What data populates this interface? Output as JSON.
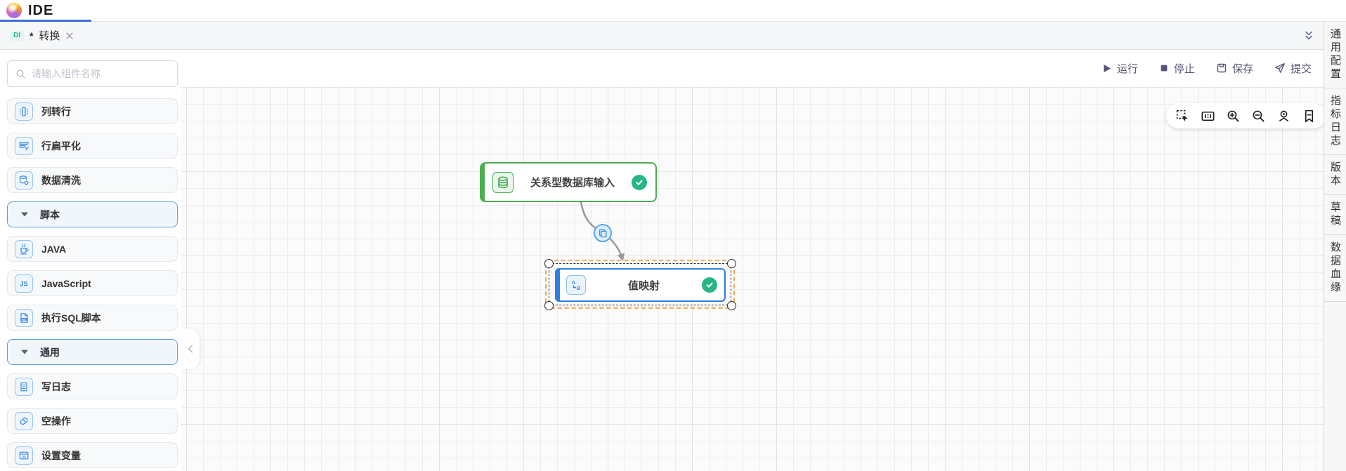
{
  "header": {
    "title": "IDE"
  },
  "tab_bar": {
    "tab": {
      "badge": "DI",
      "dirty_marker": "*",
      "label": "转换"
    },
    "collapse_icon": "double-chevron-down-icon"
  },
  "actions": {
    "buttons": [
      {
        "icon": "play-icon",
        "label": "运行"
      },
      {
        "icon": "stop-icon",
        "label": "停止"
      },
      {
        "icon": "save-icon",
        "label": "保存"
      },
      {
        "icon": "submit-icon",
        "label": "提交"
      }
    ]
  },
  "sidebar": {
    "search_placeholder": "请输入组件名称",
    "items": [
      {
        "type": "component",
        "icon": "column-to-row-icon",
        "label": "列转行"
      },
      {
        "type": "component",
        "icon": "row-flatten-icon",
        "label": "行扁平化"
      },
      {
        "type": "component",
        "icon": "data-clean-icon",
        "label": "数据清洗"
      },
      {
        "type": "section",
        "icon": "caret-down-icon",
        "label": "脚本"
      },
      {
        "type": "component",
        "icon": "java-icon",
        "label": "JAVA"
      },
      {
        "type": "component",
        "icon": "javascript-icon",
        "label": "JavaScript"
      },
      {
        "type": "component",
        "icon": "sql-script-icon",
        "label": "执行SQL脚本"
      },
      {
        "type": "section",
        "icon": "caret-down-icon",
        "label": "通用"
      },
      {
        "type": "component",
        "icon": "write-log-icon",
        "label": "写日志"
      },
      {
        "type": "component",
        "icon": "noop-icon",
        "label": "空操作"
      },
      {
        "type": "component",
        "icon": "set-variable-icon",
        "label": "设置变量"
      }
    ]
  },
  "canvas": {
    "nodes": [
      {
        "type": "relational-db-input",
        "label": "关系型数据库输入",
        "status": "success",
        "selected": false
      },
      {
        "type": "value-mapping",
        "label": "值映射",
        "status": "success",
        "selected": true
      }
    ],
    "edge": {
      "from": "关系型数据库输入",
      "to": "值映射",
      "badge_icon": "copy-icon"
    },
    "toolbar_icons": [
      "marquee-select-icon",
      "minimap-icon",
      "zoom-in-icon",
      "zoom-out-icon",
      "locate-icon",
      "bookmark-icon"
    ]
  },
  "right_panel": {
    "tabs": [
      "通用配置",
      "指标日志",
      "版本",
      "草稿",
      "数据血缘"
    ]
  },
  "colors": {
    "accent": "#3a6ed8",
    "node_green": "#4caf50",
    "node_blue": "#2f7fe0",
    "check_green": "#27b586",
    "selection_orange": "#f0a850",
    "badge_teal": "#27b39a"
  }
}
